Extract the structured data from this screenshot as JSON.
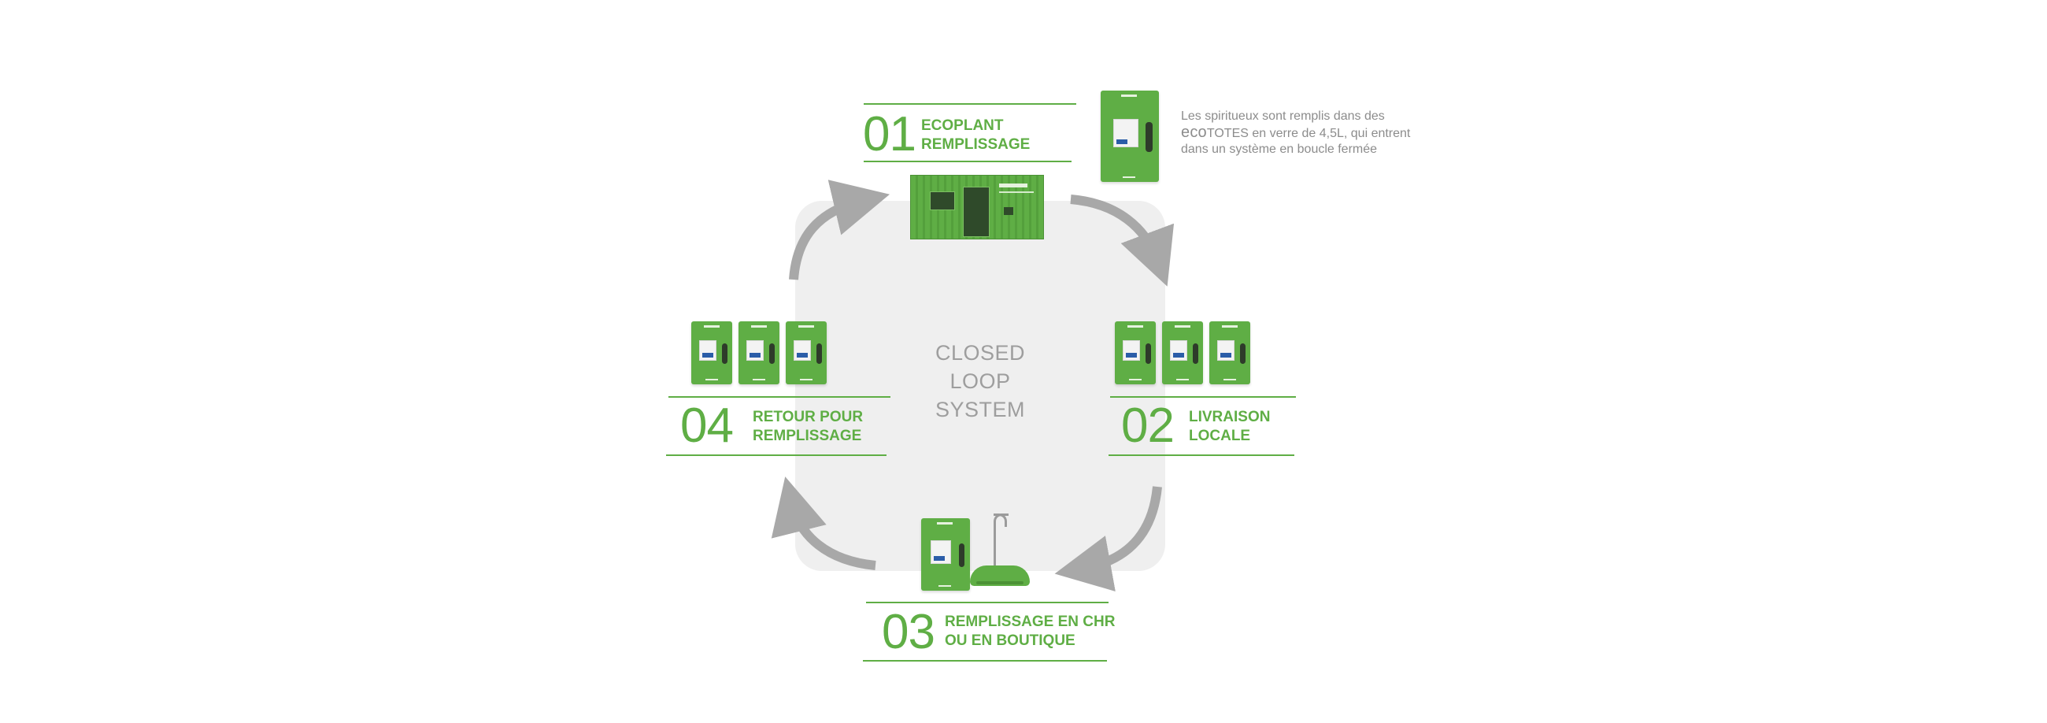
{
  "center": {
    "line1": "CLOSED",
    "line2": "LOOP",
    "line3": "SYSTEM"
  },
  "steps": [
    {
      "number": "01",
      "label_line1": "ECOPLANT",
      "label_line2": "REMPLISSAGE"
    },
    {
      "number": "02",
      "label_line1": "LIVRAISON",
      "label_line2": "LOCALE"
    },
    {
      "number": "03",
      "label_line1": "REMPLISSAGE EN CHR",
      "label_line2": "OU EN BOUTIQUE"
    },
    {
      "number": "04",
      "label_line1": "RETOUR POUR",
      "label_line2": "REMPLISSAGE"
    }
  ],
  "note": {
    "line1": "Les spiritueux sont remplis dans des",
    "brand": "eco",
    "line2": "TOTES en verre de 4,5L, qui entrent",
    "line3": "dans un système en boucle fermée"
  },
  "colors": {
    "accent_green": "#5fae45",
    "arrow_gray": "#a8a8a8",
    "center_fill": "#efefef",
    "note_text": "#8c8c8c"
  }
}
